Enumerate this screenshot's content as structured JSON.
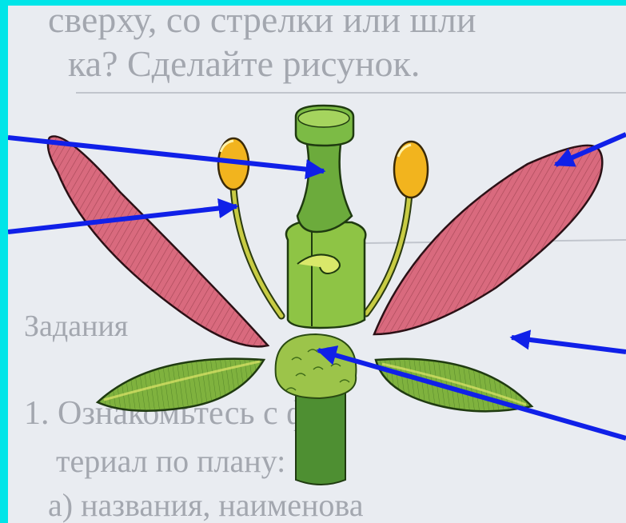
{
  "page": {
    "background_text": [
      "сверху, со стрелки или шли",
      "ка? Сделайте рисунок.",
      "Задания",
      "1. Ознакомьтесь с ф",
      "териал по плану:",
      "а) названия, наименова"
    ]
  },
  "colors": {
    "frame": "#00e5e8",
    "paper": "#e9ecf1",
    "arrow": "#1020e8",
    "petal": "#d96a7e",
    "sepal": "#7fb23e",
    "pistil": "#6cab3c",
    "anther": "#f2b41e"
  },
  "diagram": {
    "subject": "flower parts (petals, sepals, stamens, pistil, receptacle)",
    "pointer_count": 5
  }
}
